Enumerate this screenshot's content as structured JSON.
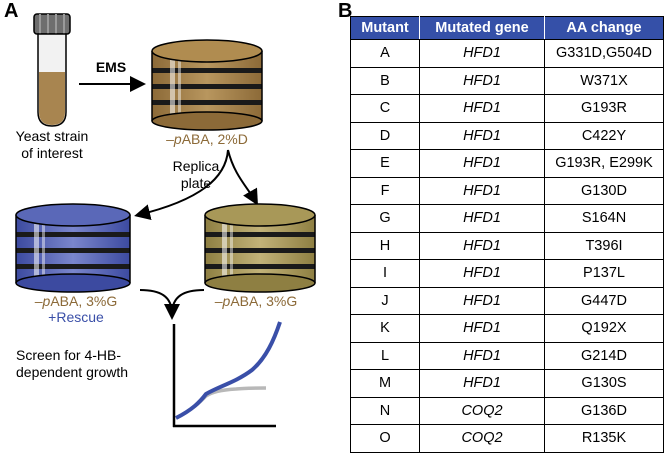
{
  "panel_a": {
    "label": "A",
    "ems_label": "EMS",
    "strain_line1": "Yeast strain",
    "strain_line2": "of interest",
    "plate1_prefix": "–",
    "plate1_italic": "p",
    "plate1_suffix": "ABA, 2%D",
    "replica_line1": "Replica",
    "replica_line2": "plate",
    "plate2_prefix": "–",
    "plate2_italic": "p",
    "plate2_suffix": "ABA, 3%G",
    "plate2_rescue": "+Rescue",
    "plate3_prefix": "–",
    "plate3_italic": "p",
    "plate3_suffix": "ABA, 3%G",
    "screen_line1": "Screen for 4-HB-",
    "screen_line2": "dependent growth",
    "colors": {
      "media_brown": "#a88550",
      "rescue_blue": "#4d5cb0",
      "olive_plate": "#b0a060",
      "curve_blue": "#3a4fa8",
      "curve_gray": "#b8b8b8"
    }
  },
  "panel_b": {
    "label": "B",
    "headers": [
      "Mutant",
      "Mutated gene",
      "AA change"
    ],
    "rows": [
      {
        "mutant": "A",
        "gene": "HFD1",
        "aa": "G331D,G504D"
      },
      {
        "mutant": "B",
        "gene": "HFD1",
        "aa": "W371X"
      },
      {
        "mutant": "C",
        "gene": "HFD1",
        "aa": "G193R"
      },
      {
        "mutant": "D",
        "gene": "HFD1",
        "aa": "C422Y"
      },
      {
        "mutant": "E",
        "gene": "HFD1",
        "aa": "G193R, E299K"
      },
      {
        "mutant": "F",
        "gene": "HFD1",
        "aa": "G130D"
      },
      {
        "mutant": "G",
        "gene": "HFD1",
        "aa": "S164N"
      },
      {
        "mutant": "H",
        "gene": "HFD1",
        "aa": "T396I"
      },
      {
        "mutant": "I",
        "gene": "HFD1",
        "aa": "P137L"
      },
      {
        "mutant": "J",
        "gene": "HFD1",
        "aa": "G447D"
      },
      {
        "mutant": "K",
        "gene": "HFD1",
        "aa": "Q192X"
      },
      {
        "mutant": "L",
        "gene": "HFD1",
        "aa": "G214D"
      },
      {
        "mutant": "M",
        "gene": "HFD1",
        "aa": "G130S"
      },
      {
        "mutant": "N",
        "gene": "COQ2",
        "aa": "G136D"
      },
      {
        "mutant": "O",
        "gene": "COQ2",
        "aa": "R135K"
      }
    ]
  }
}
